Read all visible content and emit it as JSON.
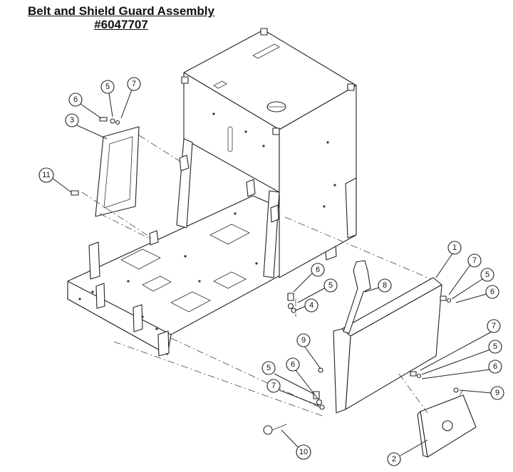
{
  "title": {
    "line1": "Belt and Shield Guard Assembly",
    "line2": "#6047707"
  },
  "callouts": [
    {
      "id": "c6a",
      "label": "6"
    },
    {
      "id": "c5a",
      "label": "5"
    },
    {
      "id": "c7a",
      "label": "7"
    },
    {
      "id": "c3",
      "label": "3"
    },
    {
      "id": "c11",
      "label": "11"
    },
    {
      "id": "c1",
      "label": "1"
    },
    {
      "id": "c7b",
      "label": "7"
    },
    {
      "id": "c5b",
      "label": "5"
    },
    {
      "id": "c6b",
      "label": "6"
    },
    {
      "id": "c6c",
      "label": "6"
    },
    {
      "id": "c5c",
      "label": "5"
    },
    {
      "id": "c4",
      "label": "4"
    },
    {
      "id": "c8",
      "label": "8"
    },
    {
      "id": "c9a",
      "label": "9"
    },
    {
      "id": "c7c",
      "label": "7"
    },
    {
      "id": "c5d",
      "label": "5"
    },
    {
      "id": "c6d",
      "label": "6"
    },
    {
      "id": "c5e",
      "label": "5"
    },
    {
      "id": "c6e",
      "label": "6"
    },
    {
      "id": "c7d",
      "label": "7"
    },
    {
      "id": "c9b",
      "label": "9"
    },
    {
      "id": "c10",
      "label": "10"
    },
    {
      "id": "c2",
      "label": "2"
    }
  ]
}
